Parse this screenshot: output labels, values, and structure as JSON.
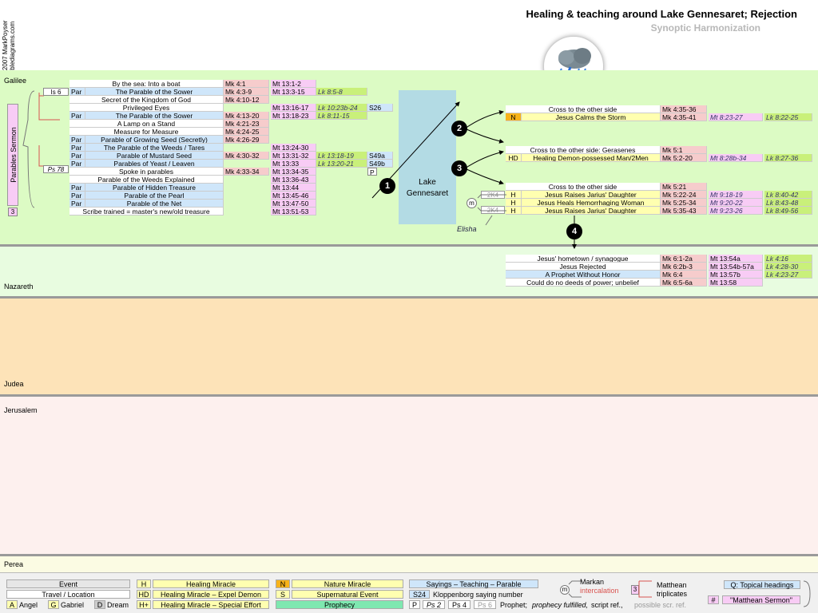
{
  "header": {
    "title": "Healing & teaching around Lake Gennesaret; Rejection",
    "subtitle": "Synoptic Harmonization",
    "credit1": "©2007 MarkPoyser",
    "credit2": "biblediagrams.com"
  },
  "regions": {
    "galilee": "Galilee",
    "nazareth": "Nazareth",
    "judea": "Judea",
    "jerusalem": "Jerusalem",
    "perea": "Perea"
  },
  "sermon": {
    "label": "Parables Sermon",
    "count": "3",
    "is6": "Is 6",
    "ps78": "Ps 78"
  },
  "parables": [
    {
      "tag": "",
      "event": "By the sea: Into a boat",
      "mk": "Mk 4:1",
      "mt": "Mt 13:1-2",
      "lk": "",
      "s": ""
    },
    {
      "tag": "Par",
      "event": "The Parable of the Sower",
      "mk": "Mk 4:3-9",
      "mt": "Mt 13:3-15",
      "lk": "Lk 8:5-8",
      "s": ""
    },
    {
      "tag": "",
      "event": "Secret of the Kingdom of God",
      "mk": "Mk 4:10-12",
      "mt": "",
      "lk": "",
      "s": ""
    },
    {
      "tag": "",
      "event": "Privileged Eyes",
      "mk": "",
      "mt": "Mt 13:16-17",
      "lk": "Lk 10:23b-24",
      "s": "S26"
    },
    {
      "tag": "Par",
      "event": "The Parable of the Sower",
      "mk": "Mk 4:13-20",
      "mt": "Mt 13:18-23",
      "lk": "Lk 8:11-15",
      "s": ""
    },
    {
      "tag": "",
      "event": "A Lamp on a Stand",
      "mk": "Mk 4:21-23",
      "mt": "",
      "lk": "",
      "s": ""
    },
    {
      "tag": "",
      "event": "Measure for Measure",
      "mk": "Mk 4:24-25",
      "mt": "",
      "lk": "",
      "s": ""
    },
    {
      "tag": "Par",
      "event": "Parable of Growing Seed (Secretly)",
      "mk": "Mk 4:26-29",
      "mt": "",
      "lk": "",
      "s": ""
    },
    {
      "tag": "Par",
      "event": "The Parable of the Weeds / Tares",
      "mk": "",
      "mt": "Mt 13:24-30",
      "lk": "",
      "s": ""
    },
    {
      "tag": "Par",
      "event": "Parable of Mustard Seed",
      "mk": "Mk 4:30-32",
      "mt": "Mt 13:31-32",
      "lk": "Lk 13:18-19",
      "s": "S49a"
    },
    {
      "tag": "Par",
      "event": "Parables of Yeast / Leaven",
      "mk": "",
      "mt": "Mt 13:33",
      "lk": "Lk 13:20-21",
      "s": "S49b"
    },
    {
      "tag": "",
      "event": "Spoke in parables",
      "mk": "Mk 4:33-34",
      "mt": "Mt 13:34-35",
      "lk": "",
      "s": "P"
    },
    {
      "tag": "",
      "event": "Parable of the Weeds Explained",
      "mk": "",
      "mt": "Mt 13:36-43",
      "lk": "",
      "s": ""
    },
    {
      "tag": "Par",
      "event": "Parable of Hidden Treasure",
      "mk": "",
      "mt": "Mt 13:44",
      "lk": "",
      "s": ""
    },
    {
      "tag": "Par",
      "event": "Parable of the Pearl",
      "mk": "",
      "mt": "Mt 13:45-46",
      "lk": "",
      "s": ""
    },
    {
      "tag": "Par",
      "event": "Parable of the Net",
      "mk": "",
      "mt": "Mt 13:47-50",
      "lk": "",
      "s": ""
    },
    {
      "tag": "",
      "event": "Scribe trained = master's new/old treasure",
      "mk": "",
      "mt": "Mt 13:51-53",
      "lk": "",
      "s": ""
    }
  ],
  "lake": {
    "label1": "Lake",
    "label2": "Gennesaret"
  },
  "markers": [
    "1",
    "2",
    "3",
    "4"
  ],
  "storm": [
    {
      "tag": "",
      "event": "Cross to the other side",
      "mk": "Mk 4:35-36",
      "mt": "",
      "lk": ""
    },
    {
      "tag": "N",
      "event": "Jesus Calms the Storm",
      "mk": "Mk 4:35-41",
      "mt": "Mt 8:23-27",
      "lk": "Lk 8:22-25"
    }
  ],
  "gerasenes": [
    {
      "tag": "",
      "event": "Cross to the other side: Gerasenes",
      "mk": "Mk 5:1",
      "mt": "",
      "lk": ""
    },
    {
      "tag": "HD",
      "event": "Healing Demon-possessed Man/2Men",
      "mk": "Mk 5:2-20",
      "mt": "Mt 8:28b-34",
      "lk": "Lk 8:27-36"
    }
  ],
  "jairus": [
    {
      "tag": "",
      "event": "Cross to the other side",
      "mk": "Mk 5:21",
      "mt": "",
      "lk": ""
    },
    {
      "tag": "H",
      "event": "Jesus Raises Jarius' Daughter",
      "mk": "Mk 5:22-24",
      "mt": "Mt 9:18-19",
      "lk": "Lk 8:40-42"
    },
    {
      "tag": "H",
      "event": "Jesus Heals Hemorrhaging Woman",
      "mk": "Mk 5:25-34",
      "mt": "Mt 9:20-22",
      "lk": "Lk 8:43-48"
    },
    {
      "tag": "H",
      "event": "Jesus Raises Jarius' Daughter",
      "mk": "Mk 5:35-43",
      "mt": "Mt 9:23-26",
      "lk": "Lk 8:49-56"
    }
  ],
  "jairus_refs": {
    "ref1": "2K4",
    "ref2": "2K4",
    "m": "m",
    "elisha": "Elisha"
  },
  "nazareth_events": [
    {
      "event": "Jesus' hometown / synagogue",
      "mk": "Mk 6:1-2a",
      "mt": "Mt 13:54a",
      "lk": "Lk 4:16"
    },
    {
      "event": "Jesus Rejected",
      "mk": "Mk 6:2b-3",
      "mt": "Mt 13:54b-57a",
      "lk": "Lk 4:28-30"
    },
    {
      "event": "A Prophet Without Honor",
      "mk": "Mk 6:4",
      "mt": "Mt 13:57b",
      "lk": "Lk 4:23-27"
    },
    {
      "event": "Could do no deeds of power; unbelief",
      "mk": "Mk 6:5-6a",
      "mt": "Mt 13:58",
      "lk": ""
    }
  ],
  "legend": {
    "event": "Event",
    "travel": "Travel / Location",
    "angel_k": "A",
    "angel": "Angel",
    "gabriel_k": "G",
    "gabriel": "Gabriel",
    "dream_k": "D",
    "dream": "Dream",
    "h_k": "H",
    "h": "Healing Miracle",
    "hd_k": "HD",
    "hd": "Healing Miracle – Expel Demon",
    "hp_k": "H+",
    "hp": "Healing Miracle – Special Effort",
    "n_k": "N",
    "n": "Nature Miracle",
    "s_k": "S",
    "s": "Supernatural Event",
    "prophecy": "Prophecy",
    "sayings": "Sayings – Teaching – Parable",
    "s24_k": "S24",
    "s24": "Kloppenborg saying number",
    "p_k": "P",
    "ps2": "Ps 2",
    "ps4": "Ps 4",
    "ps6": "Ps 6",
    "prophet_a": "Prophet;",
    "prophet_b": "prophecy fulfilled,",
    "prophet_c": "script ref.,",
    "prophet_d": "possible scr. ref.",
    "markan_m": "m",
    "markan1": "Markan",
    "markan2": "intercalation",
    "mt3": "3",
    "matthean1": "Matthean",
    "matthean2": "triplicates",
    "topical": "Q: Topical headings",
    "hash": "#",
    "mattsermon": "\"Matthean Sermon\""
  },
  "colors": {
    "galilee_bg": "#dcfbc4",
    "nazareth_bg": "#e8fce0",
    "judea_bg": "#fde3b8",
    "jerusalem_bg": "#fdf0ee",
    "perea_bg": "#fbfbe3",
    "lake": "#b3dbe4",
    "mark": "#f6cccc",
    "matthew": "#f8ccf5",
    "luke": "#c9f07a",
    "sayings": "#cfe6fa",
    "healing": "#ffffb0",
    "nature": "#f7b31a",
    "prophecy": "#7ee8b0"
  },
  "icons": [
    "storm-cloud-icon"
  ]
}
